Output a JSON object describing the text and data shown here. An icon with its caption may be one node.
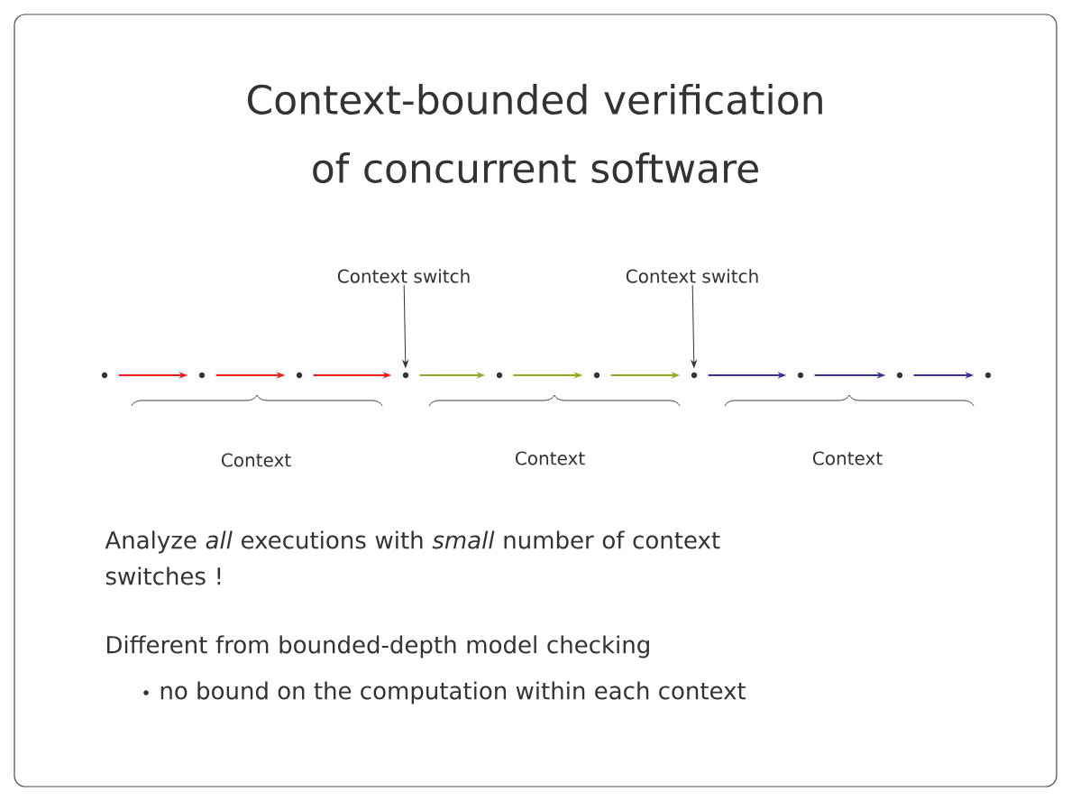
{
  "diagram": {
    "title": "Context-bounded verification of concurrent software",
    "nodes": [
      {
        "text": [],
        "shape": "circle"
      },
      {
        "text": [],
        "shape": "circle"
      },
      {
        "text": [],
        "shape": "circle"
      },
      {
        "text": [],
        "shape": "circle"
      },
      {
        "text": [],
        "shape": "circle"
      },
      {
        "text": [],
        "shape": "circle"
      },
      {
        "text": [],
        "shape": "circle"
      },
      {
        "text": [],
        "shape": "circle"
      },
      {
        "text": [],
        "shape": "circle"
      },
      {
        "text": [],
        "shape": "circle"
      },
      {
        "text": [
          "Context switch"
        ]
      },
      {
        "text": [
          "Context switch"
        ]
      }
    ],
    "edges": [
      {
        "from": 0,
        "to": 1,
        "arrow": "to",
        "color": "#ee1c1c"
      },
      {
        "from": 1,
        "to": 2,
        "arrow": "to",
        "color": "#ee1c1c"
      },
      {
        "from": 2,
        "to": 3,
        "arrow": "to",
        "color": "#ee1c1c"
      },
      {
        "from": 3,
        "to": 4,
        "arrow": "to",
        "color": "#99aa22"
      },
      {
        "from": 4,
        "to": 5,
        "arrow": "to",
        "color": "#99aa22"
      },
      {
        "from": 5,
        "to": 6,
        "arrow": "to",
        "color": "#99aa22"
      },
      {
        "from": 6,
        "to": 7,
        "arrow": "to",
        "color": "#333399"
      },
      {
        "from": 7,
        "to": 8,
        "arrow": "to",
        "color": "#333399"
      },
      {
        "from": 8,
        "to": 9,
        "arrow": "to",
        "color": "#333399"
      },
      {
        "from": 10,
        "to": 3,
        "arrow": "to",
        "color": "#333333"
      },
      {
        "from": 11,
        "to": 6,
        "arrow": "to",
        "color": "#333333"
      }
    ],
    "labels": [
      "Context",
      "Context",
      "Context",
      "Analyze *all* executions with *small* number of context switches !",
      "Different from bounded-depth model checking",
      "no bound on the computation within each context"
    ]
  }
}
